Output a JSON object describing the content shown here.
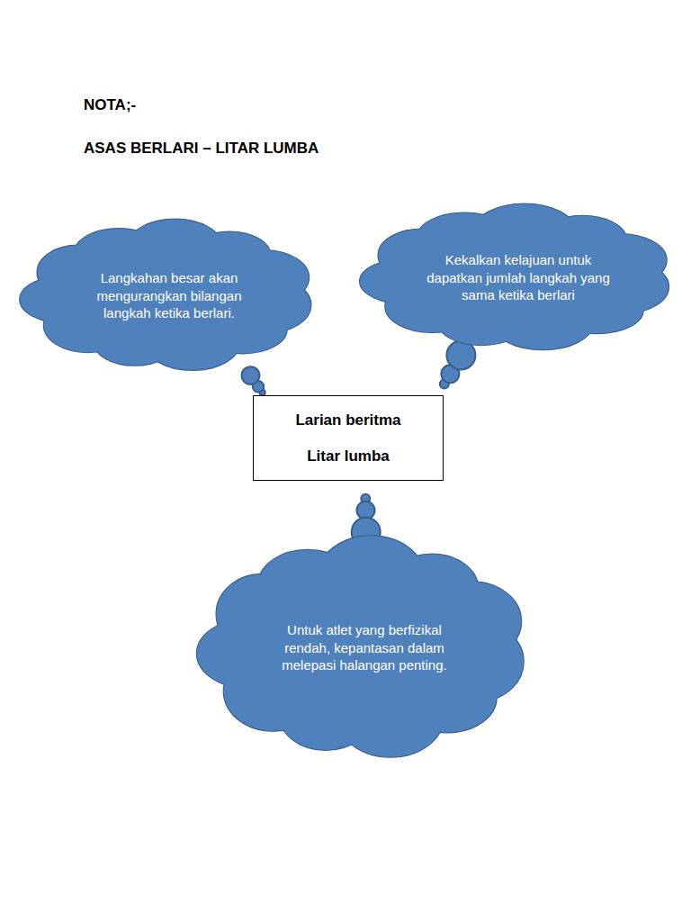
{
  "diagram": {
    "title": "ASAS BERLARI – LITAR LUMBA",
    "nodes": [
      {
        "text": [
          "Langkahan besar akan mengurangkan bilangan langkah ketika berlari."
        ]
      },
      {
        "text": [
          "Kekalkan kelajuan untuk dapatkan jumlah langkah yang sama ketika berlari"
        ]
      },
      {
        "text": [
          "Larian beritma",
          "Litar lumba"
        ]
      },
      {
        "text": [
          "Untuk atlet yang berfizikal rendah, kepantasan dalam melepasi halangan penting."
        ]
      }
    ],
    "edges": [
      {
        "from": 0,
        "to": 2,
        "arrow": "none"
      },
      {
        "from": 1,
        "to": 2,
        "arrow": "none"
      },
      {
        "from": 2,
        "to": 3,
        "arrow": "none"
      }
    ],
    "labels": [
      "NOTA;-"
    ]
  }
}
